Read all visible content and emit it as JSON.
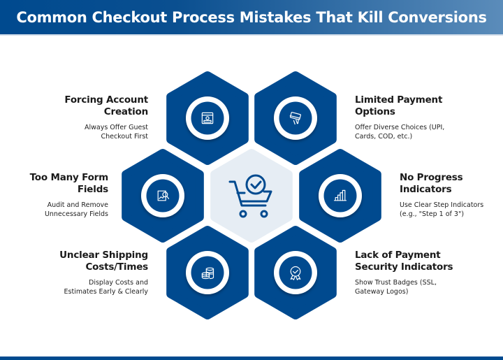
{
  "title": "Common Checkout Process Mistakes That Kill Conversions",
  "colors": {
    "primary": "#004a8f",
    "center": "#e6edf4",
    "ring": "#ffffff"
  },
  "center_icon": "cart-check-icon",
  "items": [
    {
      "title_lines": [
        "Forcing Account",
        "Creation"
      ],
      "desc_lines": [
        "Always Offer Guest",
        "Checkout First"
      ],
      "icon": "account-form-icon"
    },
    {
      "title_lines": [
        "Limited Payment",
        "Options"
      ],
      "desc_lines": [
        "Offer Diverse Choices (UPI,",
        "Cards, COD, etc.)"
      ],
      "icon": "card-payment-icon"
    },
    {
      "title_lines": [
        "Too Many Form",
        "Fields"
      ],
      "desc_lines": [
        "Audit and Remove",
        "Unnecessary Fields"
      ],
      "icon": "form-audit-icon"
    },
    {
      "title_lines": [
        "No Progress",
        "Indicators"
      ],
      "desc_lines": [
        "Use Clear Step Indicators",
        "(e.g., \"Step 1 of 3\")"
      ],
      "icon": "steps-chart-icon"
    },
    {
      "title_lines": [
        "Unclear Shipping",
        "Costs/Times"
      ],
      "desc_lines": [
        "Display Costs and",
        "Estimates Early & Clearly"
      ],
      "icon": "coins-icon"
    },
    {
      "title_lines": [
        "Lack of Payment",
        "Security Indicators"
      ],
      "desc_lines": [
        "Show Trust Badges (SSL,",
        "Gateway Logos)"
      ],
      "icon": "trust-badge-icon"
    }
  ]
}
